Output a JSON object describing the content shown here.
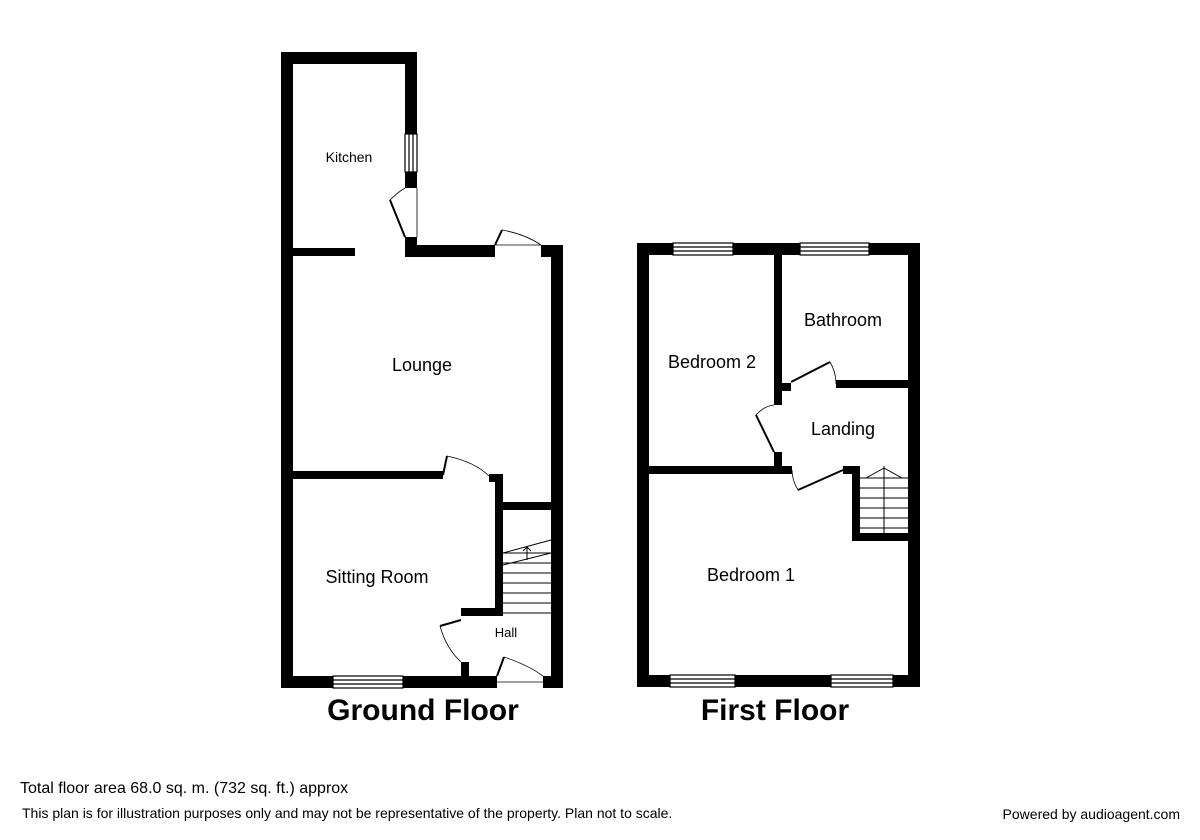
{
  "floors": {
    "ground": {
      "title": "Ground Floor",
      "rooms": {
        "kitchen": "Kitchen",
        "lounge": "Lounge",
        "sitting_room": "Sitting Room",
        "hall": "Hall"
      }
    },
    "first": {
      "title": "First Floor",
      "rooms": {
        "bedroom2": "Bedroom 2",
        "bathroom": "Bathroom",
        "landing": "Landing",
        "bedroom1": "Bedroom 1"
      }
    }
  },
  "footer": {
    "area": "Total floor area 68.0 sq. m. (732 sq. ft.) approx",
    "disclaimer": "This plan is for illustration purposes only and may not be representative of the property. Plan not to scale.",
    "powered": "Powered by audioagent.com"
  },
  "colors": {
    "wall": "#000000",
    "background": "#ffffff"
  }
}
